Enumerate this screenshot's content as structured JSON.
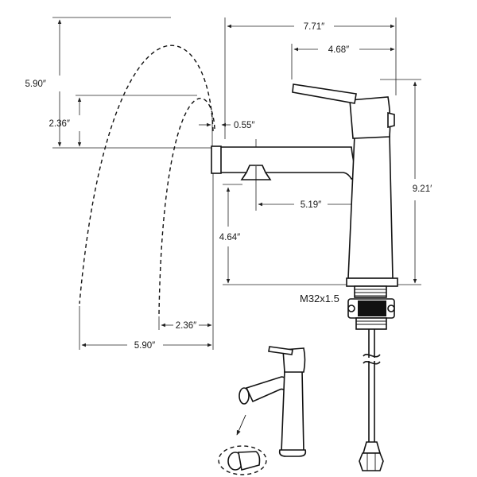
{
  "dimensions": {
    "overall_width": "7.71″",
    "handle_to_back": "4.68″",
    "spray_height_max": "5.90″",
    "spray_height_min": "2.36″",
    "aerator_offset": "0.55″",
    "total_height": "9.21′",
    "spout_reach": "5.19″",
    "spout_height": "4.64″",
    "spray_reach_min": "2.36″",
    "spray_reach_max": "5.90″"
  },
  "thread_spec": "M32x1.5"
}
